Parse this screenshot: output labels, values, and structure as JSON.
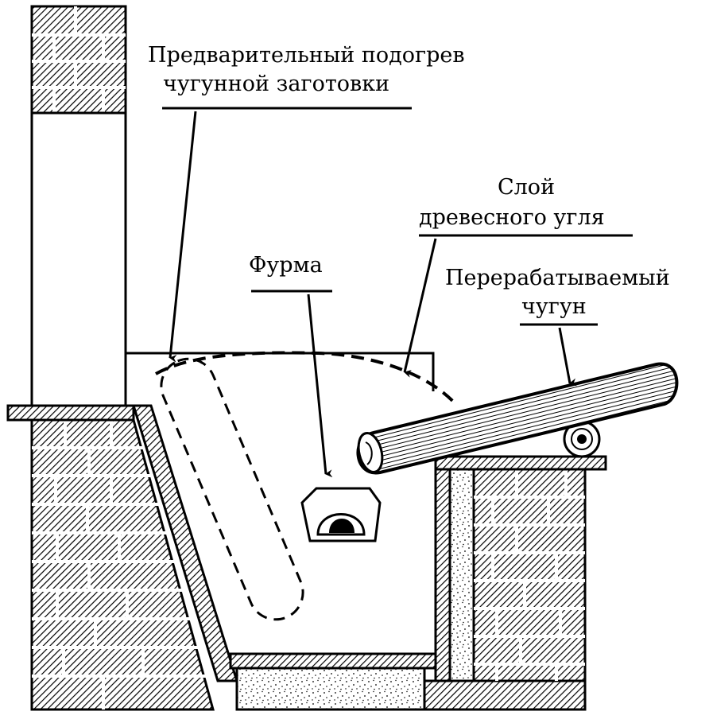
{
  "labels": {
    "preheat_line1": "Предварительный подогрев",
    "preheat_line2": "чугунной заготовки",
    "charcoal_line1": "Слой",
    "charcoal_line2": "древесного угля",
    "tuyere": "Фурма",
    "iron_line1": "Перерабатываемый",
    "iron_line2": "чугун"
  },
  "colors": {
    "ink": "#000000",
    "paper": "#ffffff"
  }
}
